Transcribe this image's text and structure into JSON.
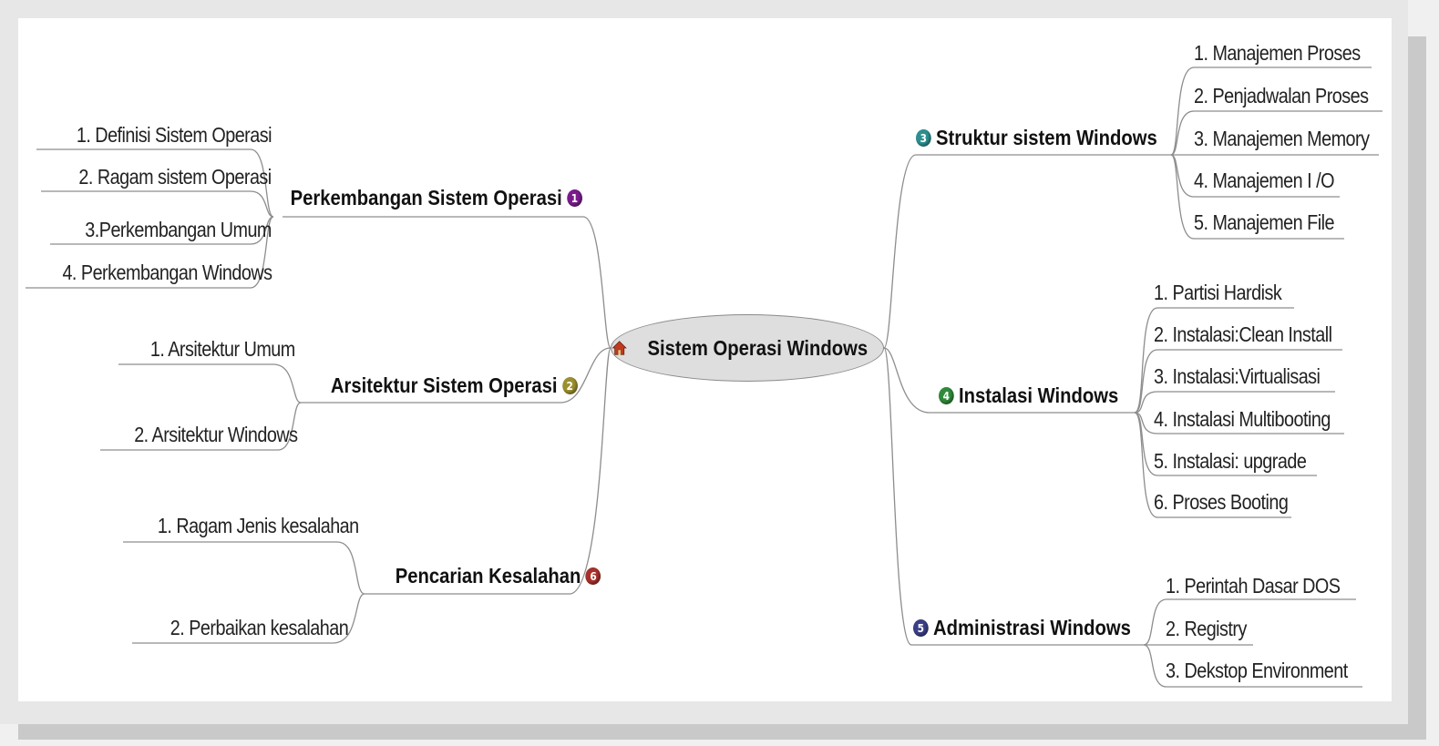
{
  "center": {
    "label": "Sistem Operasi Windows",
    "icon": "home-icon"
  },
  "branches": [
    {
      "key": "b1",
      "label": "Perkembangan Sistem Operasi",
      "number": "1",
      "color": "#7a1c8c",
      "children": [
        "1. Definisi Sistem Operasi",
        "2. Ragam sistem Operasi",
        "3.Perkembangan Umum",
        "4. Perkembangan Windows"
      ]
    },
    {
      "key": "b2",
      "label": "Arsitektur Sistem Operasi",
      "number": "2",
      "color": "#9c8f2e",
      "children": [
        "1. Arsitektur Umum",
        "2. Arsitektur Windows"
      ]
    },
    {
      "key": "b3",
      "label": "Struktur sistem Windows",
      "number": "3",
      "color": "#2e8f8f",
      "children": [
        "1. Manajemen Proses",
        "2. Penjadwalan Proses",
        "3. Manajemen Memory",
        "4. Manajemen I /O",
        "5. Manajemen File"
      ]
    },
    {
      "key": "b4",
      "label": "Instalasi Windows",
      "number": "4",
      "color": "#2f8a3a",
      "children": [
        "1. Partisi Hardisk",
        "2. Instalasi:Clean Install",
        "3. Instalasi:Virtualisasi",
        "4. Instalasi Multibooting",
        "5. Instalasi: upgrade",
        "6. Proses Booting"
      ]
    },
    {
      "key": "b5",
      "label": "Administrasi Windows",
      "number": "5",
      "color": "#3a3f86",
      "children": [
        "1. Perintah Dasar DOS",
        "2. Registry",
        "3. Dekstop Environment"
      ]
    },
    {
      "key": "b6",
      "label": "Pencarian Kesalahan",
      "number": "6",
      "color": "#a8302a",
      "children": [
        "1. Ragam Jenis kesalahan",
        "2. Perbaikan kesalahan"
      ]
    }
  ]
}
